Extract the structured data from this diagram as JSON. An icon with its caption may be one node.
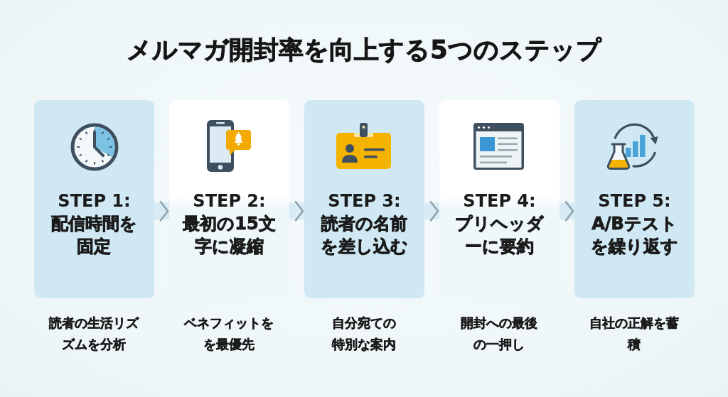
{
  "diagram": {
    "title": "メルマガ開封率を向上する5つのステップ",
    "nodes": [
      {
        "text": [
          "STEP 1:",
          "配信時間を固定"
        ],
        "beside": [
          "読者の生活リズズムを分析"
        ]
      },
      {
        "text": [
          "STEP 2:",
          "最初の15文字に凝縮"
        ],
        "beside": [
          "ベネフィットをを最優先"
        ]
      },
      {
        "text": [
          "STEP 3:",
          "読者の名前を差し込む"
        ],
        "beside": [
          "自分宛ての特別な案内"
        ]
      },
      {
        "text": [
          "STEP 4:",
          "プリヘッダーに要約"
        ],
        "beside": [
          "開封への最後の一押し"
        ]
      },
      {
        "text": [
          "STEP 5:",
          "A/Bテストを繰り返す"
        ],
        "beside": [
          "自社の正解を蓄積"
        ]
      }
    ],
    "edges": [
      {
        "from": 0,
        "to": 1,
        "arrow": "to"
      },
      {
        "from": 1,
        "to": 2,
        "arrow": "to"
      },
      {
        "from": 2,
        "to": 3,
        "arrow": "to"
      },
      {
        "from": 3,
        "to": 4,
        "arrow": "to"
      }
    ]
  }
}
